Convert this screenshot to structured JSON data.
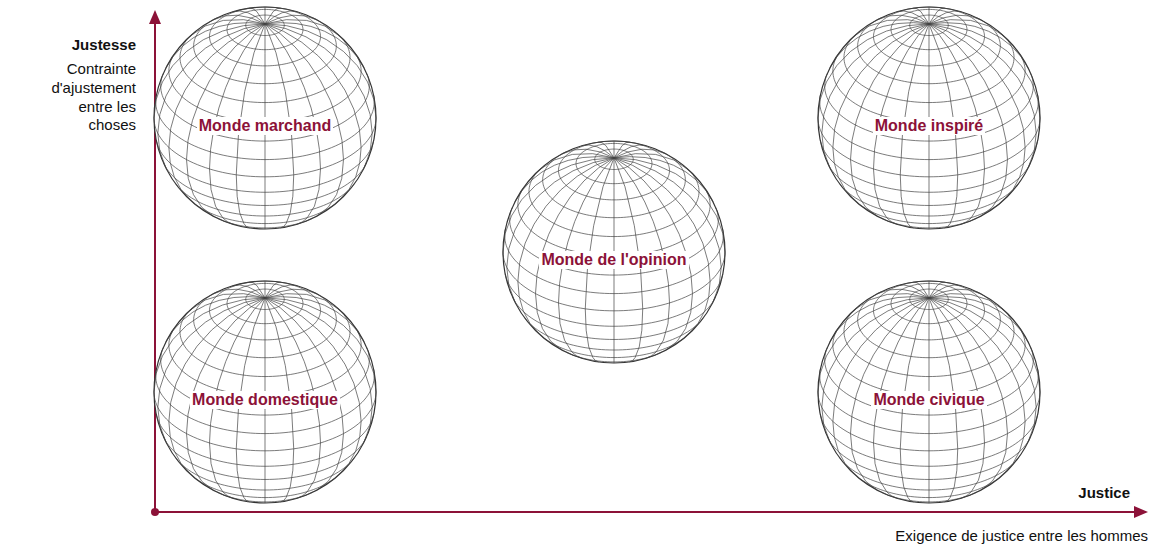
{
  "diagram": {
    "nodes": [
      {
        "text": [
          "Monde marchand"
        ]
      },
      {
        "text": [
          "Monde inspiré"
        ]
      },
      {
        "text": [
          "Monde de l'opinion"
        ]
      },
      {
        "text": [
          "Monde domestique"
        ]
      },
      {
        "text": [
          "Monde civique"
        ]
      }
    ],
    "labels": [
      "Justesse",
      "Contrainte d'ajustement entre les choses",
      "Justice",
      "Exigence de justice entre les hommes"
    ]
  }
}
